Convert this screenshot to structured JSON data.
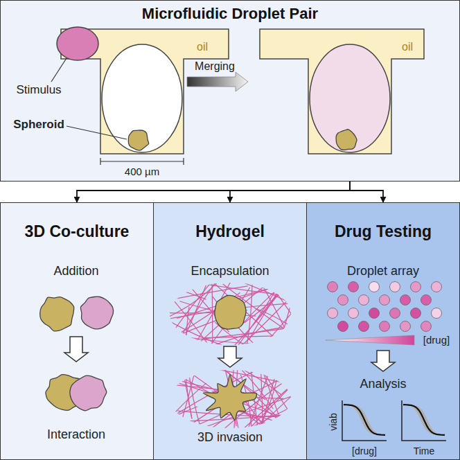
{
  "diagram": {
    "nodes": [
      {
        "text": [
          "Microfluidic Droplet Pair"
        ]
      },
      {
        "text": [
          "3D Co-culture"
        ]
      },
      {
        "text": [
          "Hydrogel"
        ]
      },
      {
        "text": [
          "Drug Testing"
        ]
      }
    ],
    "edges": [
      {
        "from": 0,
        "to": 1,
        "arrow": "to"
      },
      {
        "from": 0,
        "to": 2,
        "arrow": "to"
      },
      {
        "from": 0,
        "to": 3,
        "arrow": "to"
      }
    ],
    "labels": [
      "oil",
      "Stimulus",
      "Spheroid",
      "400 µm",
      "oil",
      "Merging",
      "Addition",
      "Interaction",
      "Encapsulation",
      "3D invasion",
      "Droplet array",
      "[drug]",
      "Analysis",
      "viab",
      "[drug]",
      "Time"
    ]
  }
}
